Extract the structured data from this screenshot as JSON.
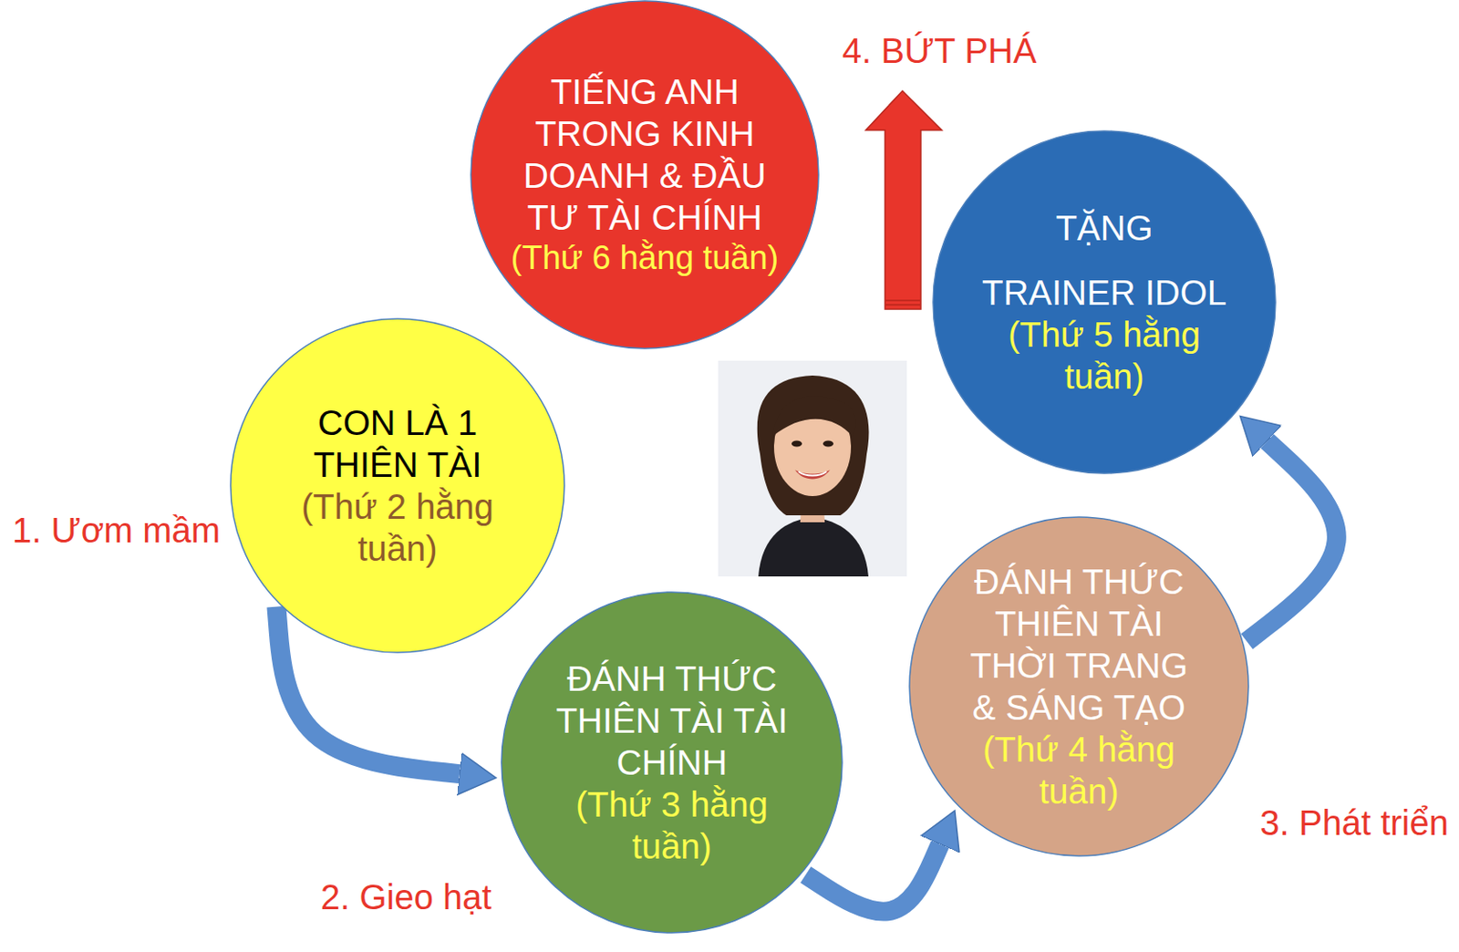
{
  "diagram": {
    "nodes": [
      {
        "text": [
          "CON LÀ 1 THIÊN TÀI",
          "(Thứ 2 hằng tuần)"
        ]
      },
      {
        "text": [
          "ĐÁNH THỨC THIÊN TÀI TÀI CHÍNH",
          "(Thứ 3 hằng tuần)"
        ]
      },
      {
        "text": [
          "ĐÁNH THỨC THIÊN TÀI THỜI TRANG & SÁNG TẠO",
          "(Thứ 4 hằng tuần)"
        ]
      },
      {
        "text": [
          "TẶNG",
          "TRAINER IDOL",
          "(Thứ 5 hằng tuần)"
        ]
      },
      {
        "text": [
          "TIẾNG ANH TRONG KINH DOANH & ĐẦU TƯ TÀI CHÍNH",
          "(Thứ 6 hằng tuần)"
        ]
      }
    ],
    "edges": [
      {
        "from": 0,
        "to": 1,
        "arrow": "to"
      },
      {
        "from": 1,
        "to": 2,
        "arrow": "to"
      },
      {
        "from": 2,
        "to": 3,
        "arrow": "to"
      }
    ],
    "labels": [
      "1. Ươm mầm",
      "2. Gieo hạt",
      "3. Phát triển",
      "4. BỨT PHÁ"
    ]
  }
}
